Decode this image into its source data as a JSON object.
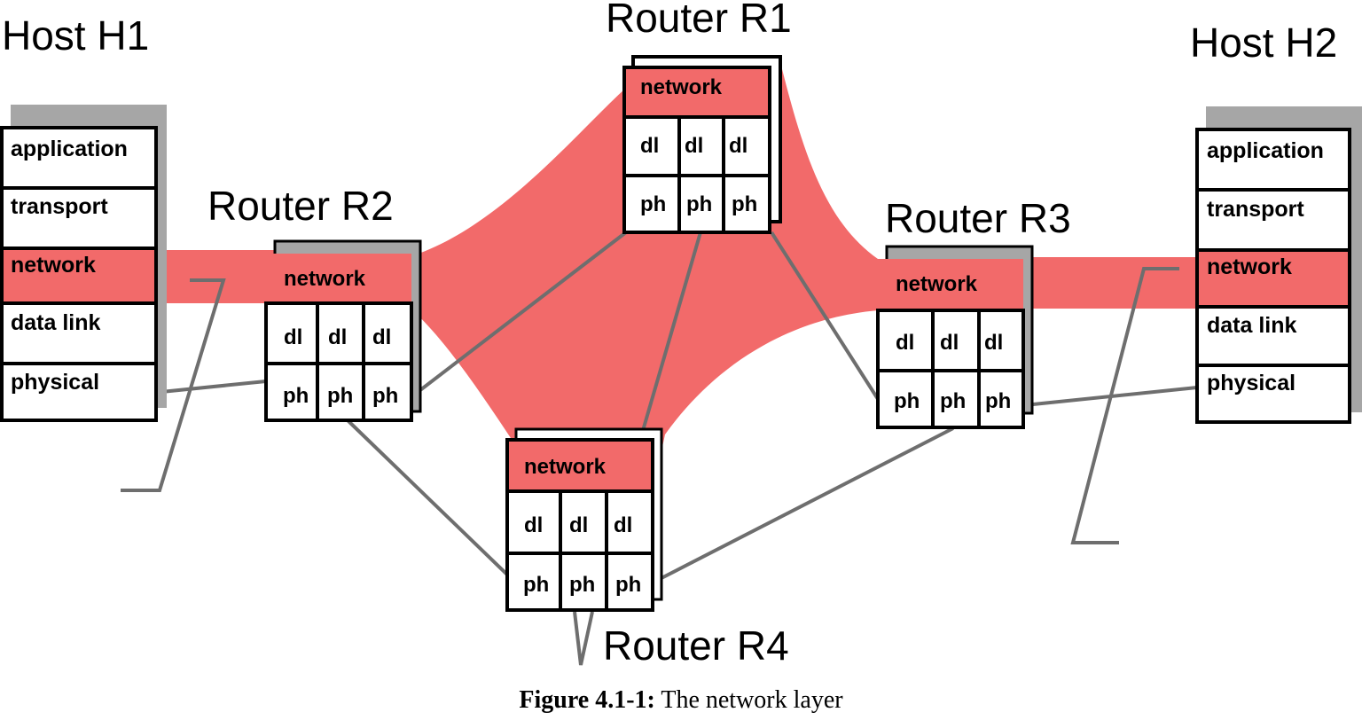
{
  "colors": {
    "highlight": "#f26a6a",
    "shadow": "#a6a6a6",
    "link": "#6e6e6e"
  },
  "host_h1": {
    "label": "Host H1",
    "layers": [
      "application",
      "transport",
      "network",
      "data link",
      "physical"
    ]
  },
  "host_h2": {
    "label": "Host H2",
    "layers": [
      "application",
      "transport",
      "network",
      "data link",
      "physical"
    ]
  },
  "router_r1": {
    "label": "Router R1",
    "network": "network",
    "dl": [
      "dl",
      "dl",
      "dl"
    ],
    "ph": [
      "ph",
      "ph",
      "ph"
    ]
  },
  "router_r2": {
    "label": "Router R2",
    "network": "network",
    "dl": [
      "dl",
      "dl",
      "dl"
    ],
    "ph": [
      "ph",
      "ph",
      "ph"
    ]
  },
  "router_r3": {
    "label": "Router R3",
    "network": "network",
    "dl": [
      "dl",
      "dl",
      "dl"
    ],
    "ph": [
      "ph",
      "ph",
      "ph"
    ]
  },
  "router_r4": {
    "label": "Router R4",
    "network": "network",
    "dl": [
      "dl",
      "dl",
      "dl"
    ],
    "ph": [
      "ph",
      "ph",
      "ph"
    ]
  },
  "caption": {
    "label": "Figure 4.1-1:",
    "text": " The network layer"
  }
}
